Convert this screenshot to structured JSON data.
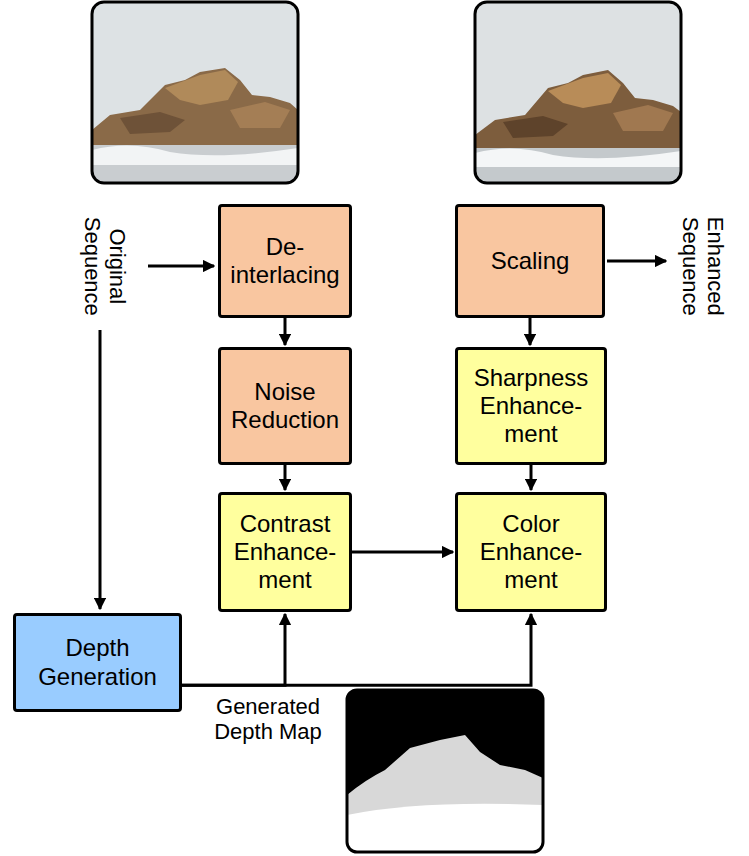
{
  "diagram": {
    "nodes": [
      {
        "text": [
          "De- interlacing"
        ]
      },
      {
        "text": [
          "Scaling"
        ]
      },
      {
        "text": [
          "Noise Reduction"
        ]
      },
      {
        "text": [
          "Sharpness Enhance- ment"
        ]
      },
      {
        "text": [
          "Contrast Enhance- ment"
        ]
      },
      {
        "text": [
          "Color Enhance- ment"
        ]
      },
      {
        "text": [
          "Depth Generation"
        ]
      }
    ],
    "edges": [
      {
        "from": 0,
        "to": 2,
        "arrow": "to"
      },
      {
        "from": 2,
        "to": 4,
        "arrow": "to"
      },
      {
        "from": 4,
        "to": 5,
        "arrow": "to"
      },
      {
        "from": 1,
        "to": 3,
        "arrow": "to"
      },
      {
        "from": 3,
        "to": 5,
        "arrow": "to"
      },
      {
        "from": 6,
        "to": 4,
        "arrow": "to"
      },
      {
        "from": 6,
        "to": 5,
        "arrow": "to"
      }
    ],
    "labels": [
      "Original Sequence",
      "Enhanced Sequence",
      "Generated Depth Map"
    ]
  }
}
